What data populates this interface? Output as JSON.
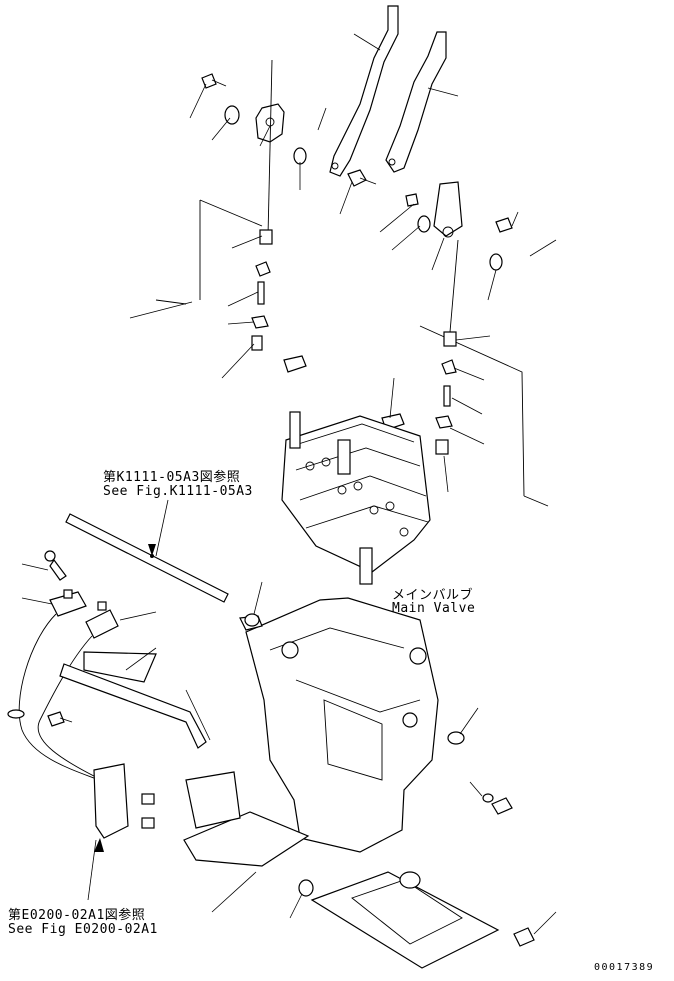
{
  "labels": {
    "ref_k1111_jp": "第K1111-05A3図参照",
    "ref_k1111_en": "See Fig.K1111-05A3",
    "main_valve_jp": "メインバルブ",
    "main_valve_en": "Main Valve",
    "ref_e0200_jp": "第E0200-02A1図参照",
    "ref_e0200_en": "See Fig E0200-02A1",
    "drawing_number": "00017389"
  }
}
